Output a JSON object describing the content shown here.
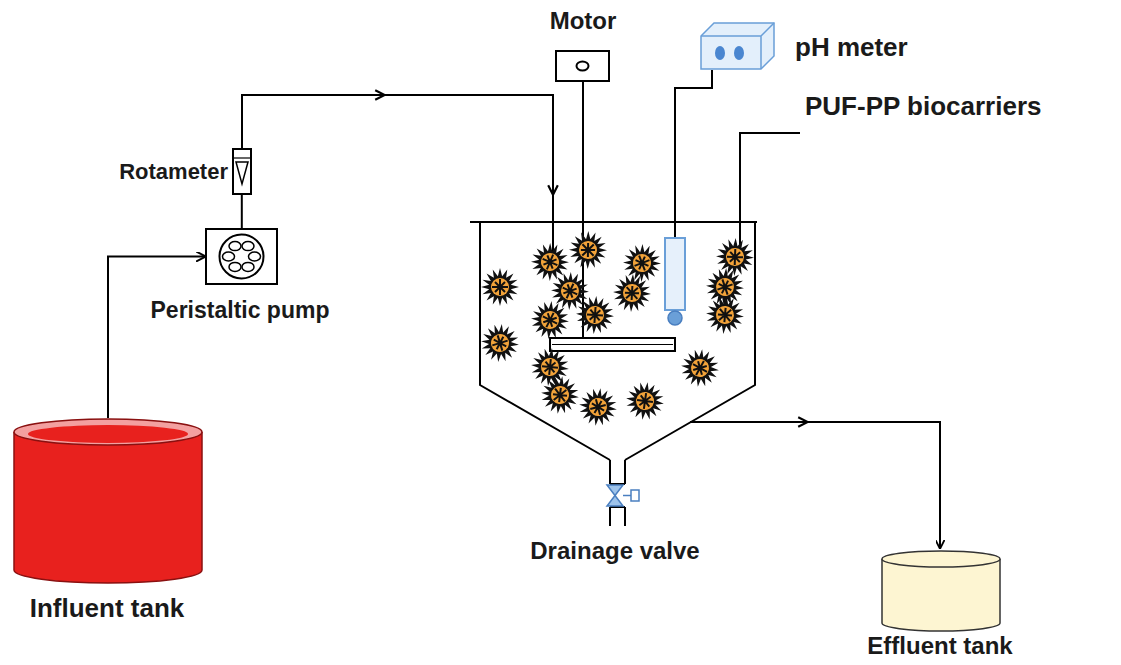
{
  "diagram": {
    "nodes": [
      {
        "text": [
          "Motor"
        ]
      },
      {
        "text": [
          "pH meter"
        ]
      },
      {
        "text": [
          "Rotameter"
        ]
      },
      {
        "text": [
          "Peristaltic pump"
        ]
      },
      {
        "text": [
          "Influent tank"
        ]
      },
      {
        "text": [
          "Drainage valve"
        ]
      },
      {
        "text": [
          "Effluent tank"
        ]
      }
    ],
    "edges": [
      {
        "from": 4,
        "to": 3,
        "arrow": "to"
      },
      {
        "from": 3,
        "to": 2,
        "arrow": "none"
      }
    ],
    "labels": [
      "PUF-PP biocarriers"
    ]
  }
}
